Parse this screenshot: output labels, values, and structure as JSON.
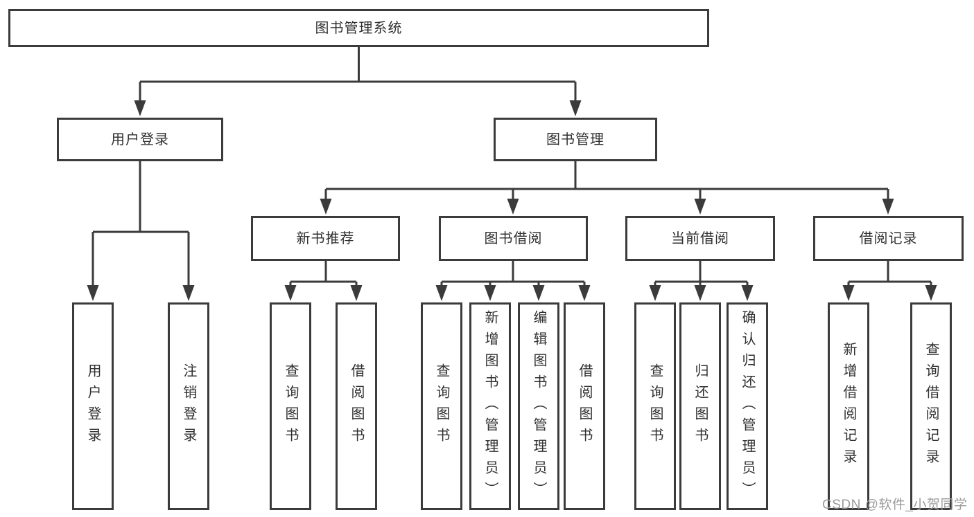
{
  "diagram": {
    "title": "图书管理系统",
    "root": {
      "label": "图书管理系统"
    },
    "level2": [
      {
        "label": "用户登录"
      },
      {
        "label": "图书管理"
      }
    ],
    "level3": [
      {
        "label": "新书推荐"
      },
      {
        "label": "图书借阅"
      },
      {
        "label": "当前借阅"
      },
      {
        "label": "借阅记录"
      }
    ],
    "leaves": {
      "user_login": [
        "用户登录",
        "注销登录"
      ],
      "new_book_recommend": [
        "查询图书",
        "借阅图书"
      ],
      "book_borrow": [
        "查询图书",
        "新增图书（管理员）",
        "编辑图书（管理员）",
        "借阅图书"
      ],
      "current_borrow": [
        "查询图书",
        "归还图书",
        "确认归还（管理员）"
      ],
      "borrow_record": [
        "新增借阅记录",
        "查询借阅记录"
      ]
    },
    "colors": {
      "line": "#3b3b3b",
      "text": "#303030",
      "box_background": "#ffffff",
      "watermark": "#9c9c9c"
    },
    "watermark": "CSDN @软件_小贺同学"
  }
}
